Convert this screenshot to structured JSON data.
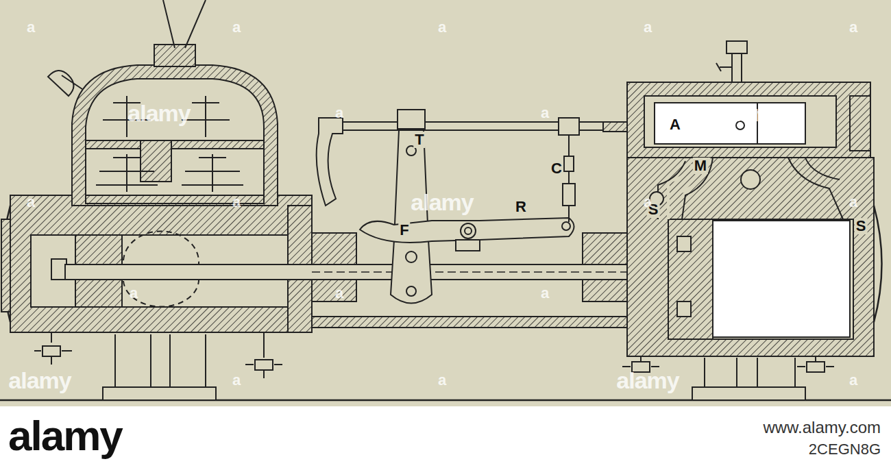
{
  "diagram": {
    "labels": [
      "T",
      "F",
      "R",
      "C",
      "A",
      "M",
      "S",
      "S",
      "alamy",
      "alamy",
      "alamy",
      "alamy",
      "alamy",
      "a",
      "a",
      "a",
      "a",
      "a",
      "a",
      "a",
      "a",
      "a",
      "a",
      "a",
      "a",
      "a",
      "a",
      "a",
      "a",
      "a",
      "a",
      "alamy",
      "www.alamy.com",
      "2CEGN8G"
    ]
  }
}
